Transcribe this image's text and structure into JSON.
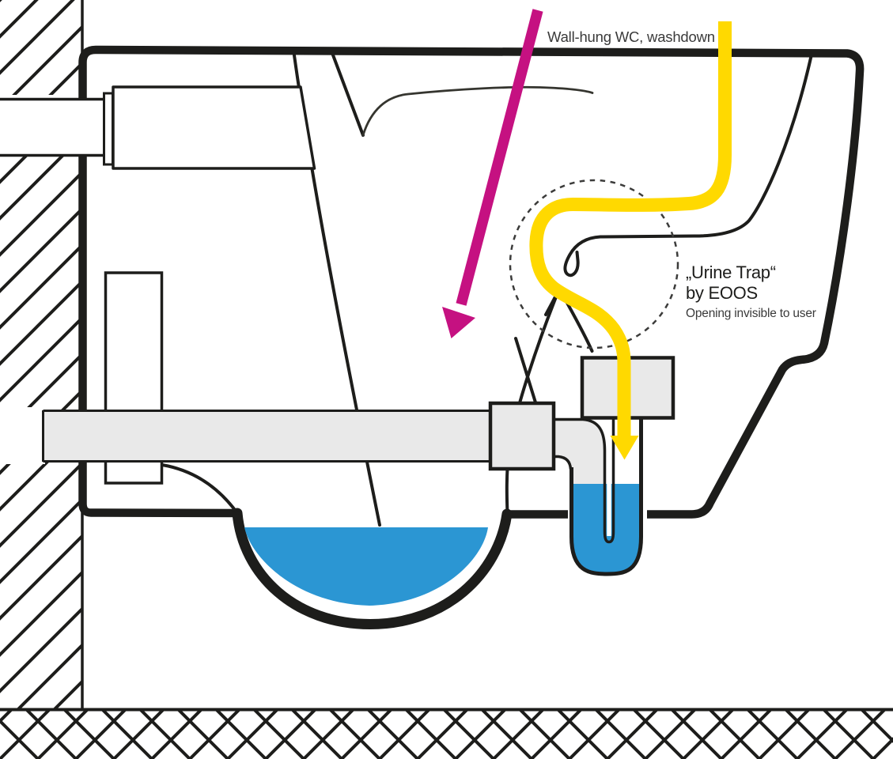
{
  "labels": {
    "title": "Wall-hung WC, washdown",
    "urine_trap_name": "„Urine Trap“",
    "urine_trap_byline": "by EOOS",
    "urine_trap_caption": "Opening invisible to user"
  },
  "icons": {
    "flush_water_arrow": "magenta-straight-down-arrow",
    "urine_flow_arrow": "yellow-curved-flow-arrow",
    "trap_detail_marker": "dashed-circle-highlight"
  },
  "colors": {
    "line": "#1d1d1b",
    "text_primary": "#1d1d1b",
    "text_secondary": "#3a3a3a",
    "magenta_flush": "#c51181",
    "yellow_urine": "#ffd900",
    "water_blue": "#2b96d3",
    "pipe_gray": "#e9e9e9",
    "dash_gray": "#3c3c3b",
    "background": "#ffffff"
  }
}
